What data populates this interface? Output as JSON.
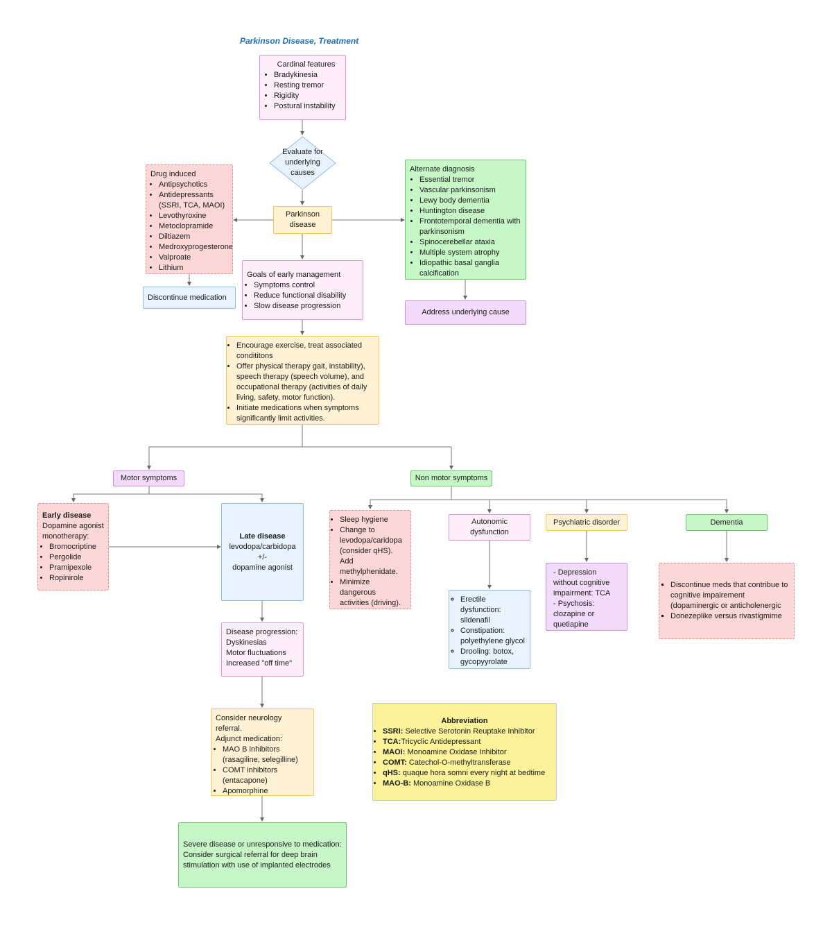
{
  "title": "Parkinson Disease, Treatment",
  "nodes": {
    "cardinal": {
      "title": "Cardinal features",
      "items": [
        "Bradykinesia",
        "Resting tremor",
        "Rigidity",
        "Postural instability"
      ]
    },
    "evaluate": {
      "label": "Evaluate for underlying causes"
    },
    "drug_induced": {
      "title": "Drug induced",
      "items": [
        "Antipsychotics",
        "Antidepressants (SSRI, TCA, MAOI)",
        "Levothyroxine",
        "Metoclopramide",
        "Diltiazem",
        "Medroxyprogesterone",
        "Valproate",
        "Lithium"
      ]
    },
    "parkinson": {
      "label": "Parkinson disease"
    },
    "alternate": {
      "title": "Alternate diagnosis",
      "items": [
        "Essential tremor",
        "Vascular parkinsonism",
        "Lewy body dementia",
        "Huntington disease",
        "Frontotemporal dementia with parkinsonism",
        "Spinocerebellar ataxia",
        "Multiple system atrophy",
        "Idiopathic basal ganglia calcification"
      ]
    },
    "discontinue": {
      "label": "Discontinue medication"
    },
    "goals": {
      "title": "Goals of early management",
      "items": [
        "Symptoms control",
        "Reduce functional disability",
        "Slow disease progression"
      ]
    },
    "address": {
      "label": "Address underlying cause"
    },
    "encourage": {
      "items": [
        "Encourage exercise, treat associated condititons",
        "Offer physical therapy gait, instability), speech therapy (speech volume), and occupational therapy (activities of daily living, safety, motor function).",
        "Initiate medications when symptoms significantly limit activities."
      ]
    },
    "motor": {
      "label": "Motor symptoms"
    },
    "nonmotor": {
      "label": "Non motor symptoms"
    },
    "early": {
      "title": "Early disease",
      "subtitle": "Dopamine agonist monotherapy:",
      "items": [
        "Bromocriptine",
        "Pergolide",
        "Pramipexole",
        "Ropinirole"
      ]
    },
    "late": {
      "title": "Late disease",
      "line1": "levodopa/carbidopa",
      "line2": "+/-",
      "line3": "dopamine agonist"
    },
    "sleep": {
      "items": [
        "Sleep  hygiene",
        "Change to levodopa/caridopa (consider qHS). Add methylphenidate.",
        "Minimize dangerous activities (driving)."
      ]
    },
    "autonomic": {
      "label": "Autonomic dysfunction"
    },
    "psychiatric": {
      "label": "Psychiatric disorder"
    },
    "dementia": {
      "label": "Dementia"
    },
    "autonomic_detail": {
      "items": [
        "Erectile dysfunction: sildenafil",
        "Constipation: polyethylene glycol",
        "Drooling: botox, gycopyyrolate"
      ]
    },
    "psychiatric_detail": {
      "items": [
        "Depression without cognitive impairment: TCA",
        "Psychosis: clozapine or quetiapine"
      ]
    },
    "dementia_detail": {
      "items": [
        "Discontinue meds that contribue to cognitive  impairement (dopaminergic or anticholenergic",
        "Donezeplike versus rivastigmime"
      ]
    },
    "progression": {
      "lines": [
        "Disease progression:",
        "Dyskinesias",
        "Motor fluctuations",
        "Increased \"off time\""
      ]
    },
    "neurology": {
      "line1": "Consider neurology referral.",
      "line2": "Adjunct medication:",
      "items": [
        "MAO B inhibitors (rasagiline, selegilline)",
        "COMT inhibitors (entacapone)",
        "Apomorphine"
      ]
    },
    "severe": {
      "text": "Severe disease or unresponsive to medication: Consider surgical referral for deep brain stimulation with use of implanted electrodes"
    },
    "abbreviation": {
      "title": "Abbreviation",
      "items": [
        {
          "term": "SSRI:",
          "def": " Selective Serotonin Reuptake Inhibitor"
        },
        {
          "term": "TCA:",
          "def": "Tricyclic Antidepressant"
        },
        {
          "term": "MAOI:",
          "def": " Monoamine Oxidase Inhibitor"
        },
        {
          "term": "COMT:",
          "def": " Catechol-O-methyltransferase"
        },
        {
          "term": "qHS:",
          "def": " quaque hora somni every night at bedtime"
        },
        {
          "term": "MAO-B:",
          "def": " Monoamine Oxidase B"
        }
      ]
    }
  }
}
